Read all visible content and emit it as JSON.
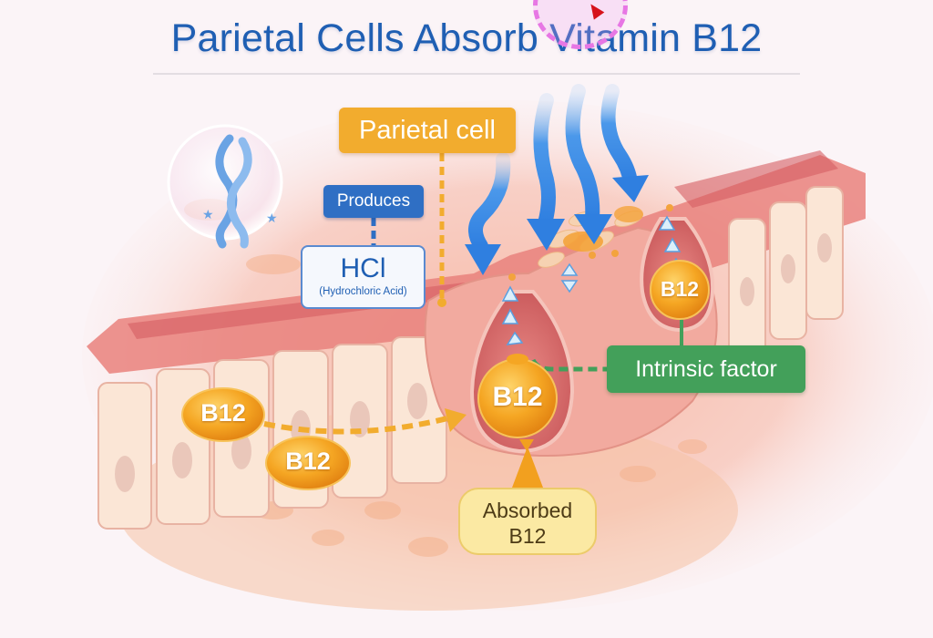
{
  "header": {
    "title": "Parietal Cells Absorb Vitamin B12"
  },
  "labels": {
    "parietal_cell": "Parietal cell",
    "produces": "Produces",
    "hcl": "HCl",
    "hcl_full": "(Hydrochloric Acid)",
    "intrinsic_factor": "Intrinsic factor",
    "absorbed_line1": "Absorbed",
    "absorbed_line2": "B12"
  },
  "molecules": {
    "b12_free_1": "B12",
    "b12_free_2": "B12",
    "b12_absorbed": "B12",
    "b12_bound": "B12"
  },
  "icons": {
    "molecule_bubble": "double-helix-bubble-icon",
    "acid_flow": "wavy-down-arrow-icon",
    "transport": "small-triangle-arrow-icon"
  },
  "colors": {
    "title": "#1f5fb3",
    "parietal_label": "#f2ac2e",
    "produces_label": "#2f6fc4",
    "intrinsic_label": "#43a05a",
    "absorbed_label": "#fbe9a3",
    "b12_orb": "#f2a01f",
    "arrow_blue": "#3c8fe6"
  }
}
